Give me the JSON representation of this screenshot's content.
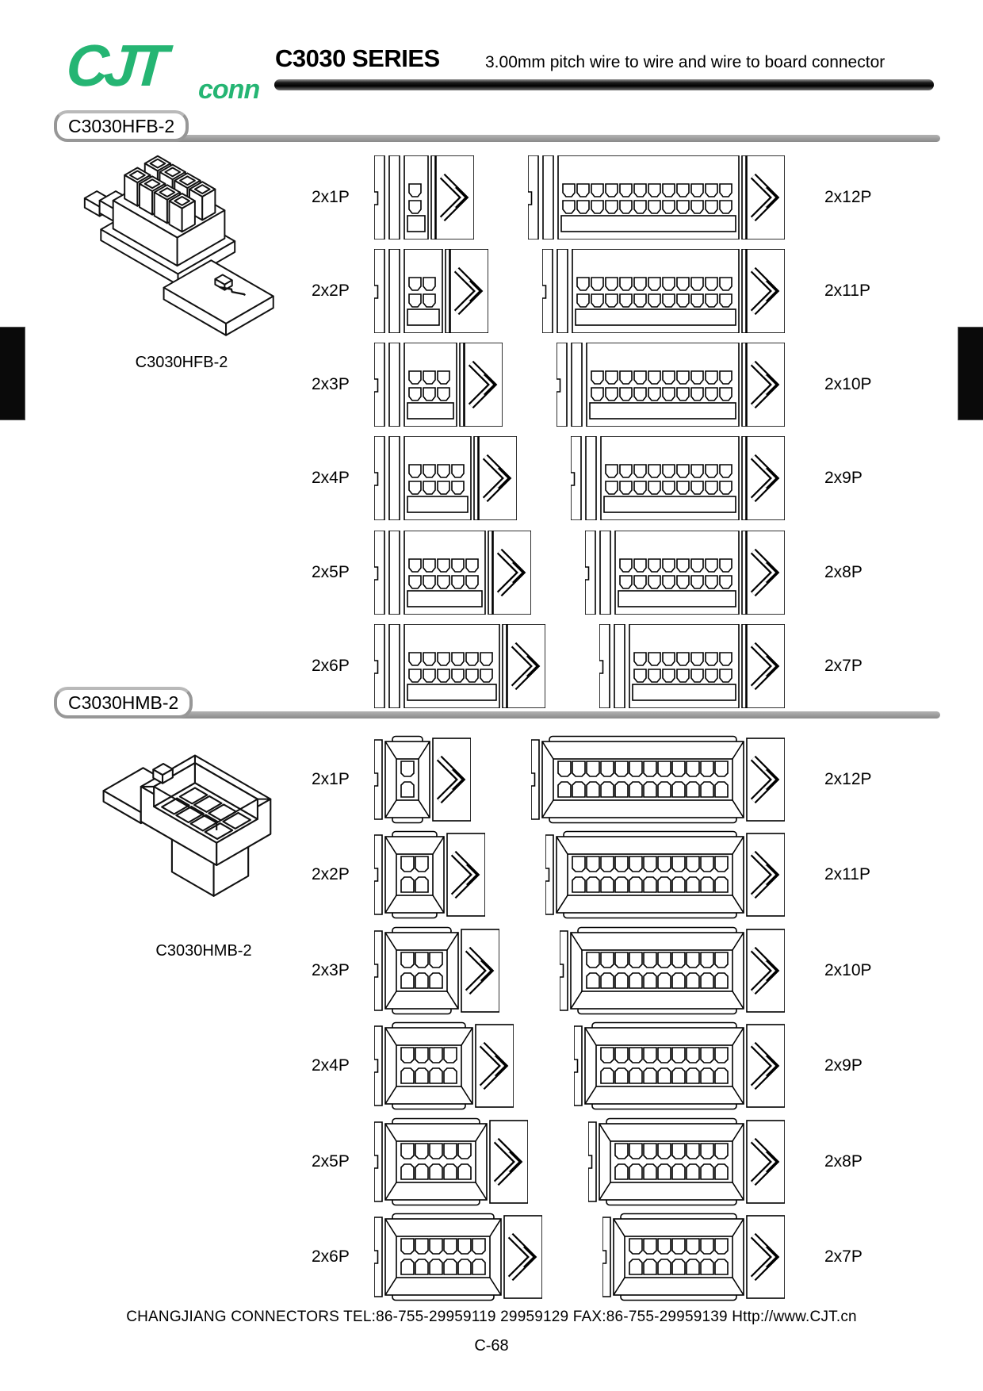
{
  "colors": {
    "logo_green": "#25b573",
    "line_black": "#000000"
  },
  "header": {
    "logo_main": "CJT",
    "logo_sub": "conn",
    "series_title": "C3030 SERIES",
    "series_subtitle": "3.00mm pitch wire to wire and wire to board connector"
  },
  "sections": [
    {
      "badge_label": "C3030HFB-2",
      "iso_caption": "C3030HFB-2",
      "connector_type": "female",
      "rows": [
        {
          "left": {
            "label": "2x1P",
            "pins": 1
          },
          "right": {
            "label": "2x12P",
            "pins": 12
          }
        },
        {
          "left": {
            "label": "2x2P",
            "pins": 2
          },
          "right": {
            "label": "2x11P",
            "pins": 11
          }
        },
        {
          "left": {
            "label": "2x3P",
            "pins": 3
          },
          "right": {
            "label": "2x10P",
            "pins": 10
          }
        },
        {
          "left": {
            "label": "2x4P",
            "pins": 4
          },
          "right": {
            "label": "2x9P",
            "pins": 9
          }
        },
        {
          "left": {
            "label": "2x5P",
            "pins": 5
          },
          "right": {
            "label": "2x8P",
            "pins": 8
          }
        },
        {
          "left": {
            "label": "2x6P",
            "pins": 6
          },
          "right": {
            "label": "2x7P",
            "pins": 7
          }
        }
      ]
    },
    {
      "badge_label": "C3030HMB-2",
      "iso_caption": "C3030HMB-2",
      "connector_type": "male",
      "rows": [
        {
          "left": {
            "label": "2x1P",
            "pins": 1
          },
          "right": {
            "label": "2x12P",
            "pins": 12
          }
        },
        {
          "left": {
            "label": "2x2P",
            "pins": 2
          },
          "right": {
            "label": "2x11P",
            "pins": 11
          }
        },
        {
          "left": {
            "label": "2x3P",
            "pins": 3
          },
          "right": {
            "label": "2x10P",
            "pins": 10
          }
        },
        {
          "left": {
            "label": "2x4P",
            "pins": 4
          },
          "right": {
            "label": "2x9P",
            "pins": 9
          }
        },
        {
          "left": {
            "label": "2x5P",
            "pins": 5
          },
          "right": {
            "label": "2x8P",
            "pins": 8
          }
        },
        {
          "left": {
            "label": "2x6P",
            "pins": 6
          },
          "right": {
            "label": "2x7P",
            "pins": 7
          }
        }
      ]
    }
  ],
  "footer": {
    "contact_line": "CHANGJIANG CONNECTORS  TEL:86-755-29959119 29959129  FAX:86-755-29959139  Http://www.CJT.cn",
    "page_number": "C-68"
  }
}
